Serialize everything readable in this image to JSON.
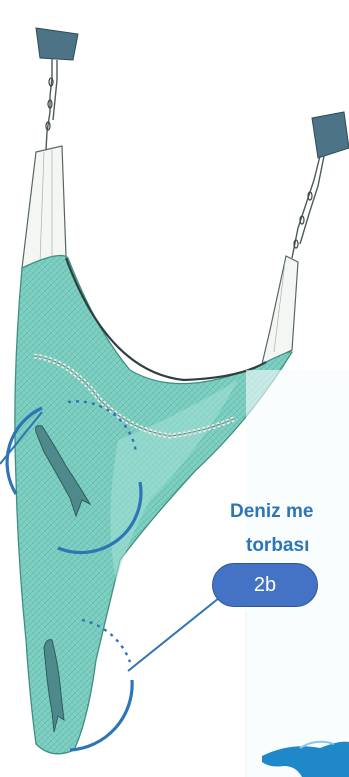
{
  "labels": {
    "line1": "Deniz me",
    "line2": "torbası",
    "badge": "2b"
  },
  "colors": {
    "net": "#7fd0c3",
    "net_dark": "#4aa897",
    "callout": "#2e75b6",
    "badge": "#4472c4",
    "water": "#1e88c9"
  }
}
